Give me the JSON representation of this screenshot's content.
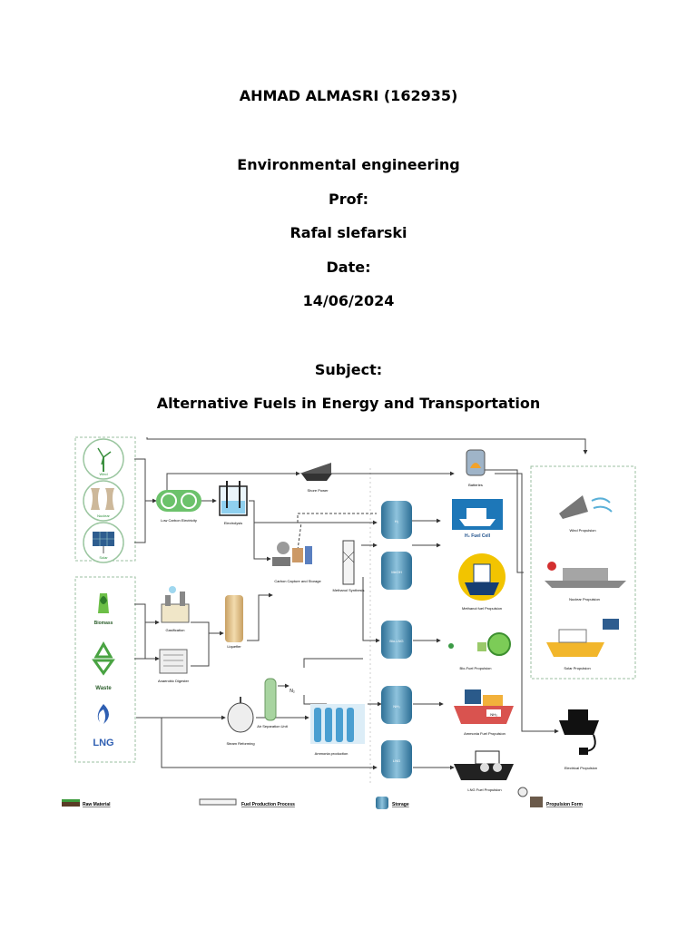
{
  "header": {
    "author": "AHMAD ALMASRI (162935)",
    "course": "Environmental engineering",
    "prof_label": "Prof:",
    "prof_name": "Rafal slefarski",
    "date_label": "Date:",
    "date_value": "14/06/2024",
    "subject_label": "Subject:",
    "subject_value": "Alternative Fuels in Energy and Transportation"
  },
  "diagram": {
    "sources": {
      "wind": "Wind",
      "nuclear": "Nuclear",
      "solar": "Solar",
      "biomass": "Biomass",
      "waste": "Waste",
      "lng": "LNG"
    },
    "processes": {
      "low_carbon": "Low Carbon Electricity",
      "electrolysis": "Electrolysis",
      "shore_power": "Shore Power",
      "carbon_capture": "Carbon Capture and Storage",
      "methanol_synthesis": "Methanol Synthesis",
      "gasification": "Gasification",
      "liquefier": "Liquefier",
      "anaerobic": "Anaerobic Digester",
      "air_separation": "Air Separation Unit",
      "ammonia_production": "Ammonia production",
      "steam_reforming": "Steam Reforming",
      "n2": "N₂"
    },
    "storage": {
      "h2": "H₂",
      "meoh": "MeOH",
      "biofuel": "Bio-LNG",
      "nh3": "NH₃",
      "lng": "LNG"
    },
    "propulsion": {
      "batteries": "Batteries",
      "h2_fuel_cell": "H₂ Fuel Cell",
      "methanol": "Methanol fuel Propulsion",
      "biofuel": "Bio-Fuel Propulsion",
      "ammonia": "Ammonia Fuel Propulsion",
      "lng": "LNG Fuel Propulsion",
      "wind": "Wind Propulsion",
      "nuclear": "Nuclear Propulsion",
      "solar": "Solar Propulsion",
      "electrical": "Electrical Propulsion",
      "nh3_tag": "NH₃"
    },
    "legend": {
      "raw_material": "Raw Material",
      "fuel_production": "Fuel Production Process",
      "storage": "Storage",
      "propulsion_form": "Propulsion Form"
    }
  }
}
